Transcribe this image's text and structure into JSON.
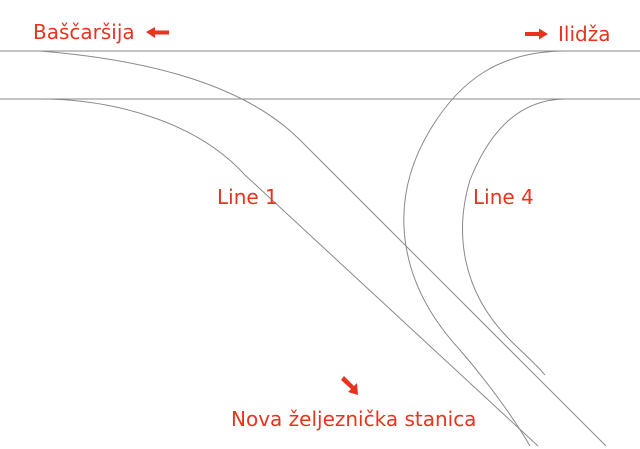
{
  "labels": {
    "bascarsija": "Baščaršija",
    "ilidza": "Ilidža",
    "line1": "Line 1",
    "line4": "Line 4",
    "nova_zeljeznicka_stanica": "Nova željeznička stanica"
  },
  "directions": {
    "bascarsija": "left",
    "ilidza": "right",
    "nova_zeljeznicka_stanica": "down-right"
  },
  "colors": {
    "label": "#e8331f",
    "track": "#8a8a8a",
    "background": "#ffffff"
  }
}
